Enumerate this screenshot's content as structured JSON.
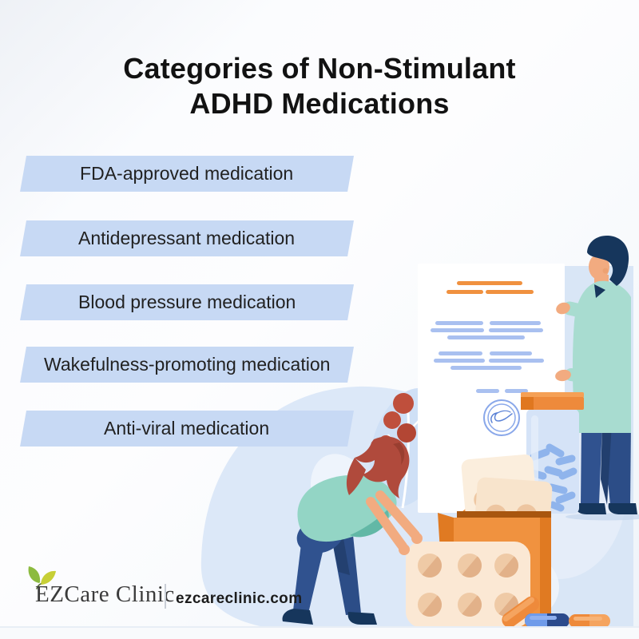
{
  "title": {
    "line1": "Categories of Non-Stimulant",
    "line2": "ADHD Medications"
  },
  "categories": [
    "FDA-approved medication",
    "Antidepressant medication",
    "Blood pressure medication",
    "Wakefulness-promoting medication",
    "Anti-viral medication"
  ],
  "footer": {
    "brand": "EZCare Clinic",
    "website": "ezcareclinic.com",
    "leaf_icon": "leaf"
  },
  "colors": {
    "banner_blue": "#c7d9f4",
    "accent_orange": "#ef913e",
    "doc_line_blue": "#a9c0f0",
    "mint_coat": "#a8dcd0",
    "teal_top": "#93d5c5",
    "navy": "#16365c",
    "background_blue": "#dce8f8"
  }
}
